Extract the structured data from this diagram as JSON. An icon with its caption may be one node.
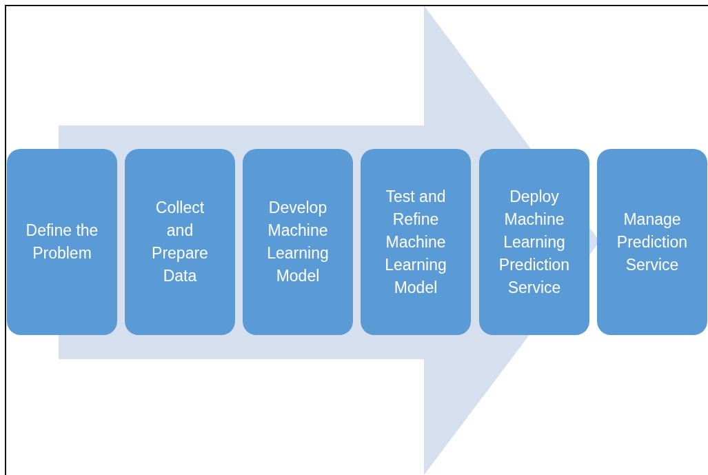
{
  "diagram": {
    "nodes": [
      {
        "text": [
          "Define the Problem"
        ]
      },
      {
        "text": [
          "Collect and Prepare Data"
        ]
      },
      {
        "text": [
          "Develop Machine Learning Model"
        ]
      },
      {
        "text": [
          "Test and Refine Machine Learning Model"
        ]
      },
      {
        "text": [
          "Deploy Machine Learning Prediction Service"
        ]
      },
      {
        "text": [
          "Manage Prediction Service"
        ]
      }
    ],
    "edges": [
      {
        "from": 0,
        "to": 5,
        "arrow": "to"
      }
    ]
  }
}
